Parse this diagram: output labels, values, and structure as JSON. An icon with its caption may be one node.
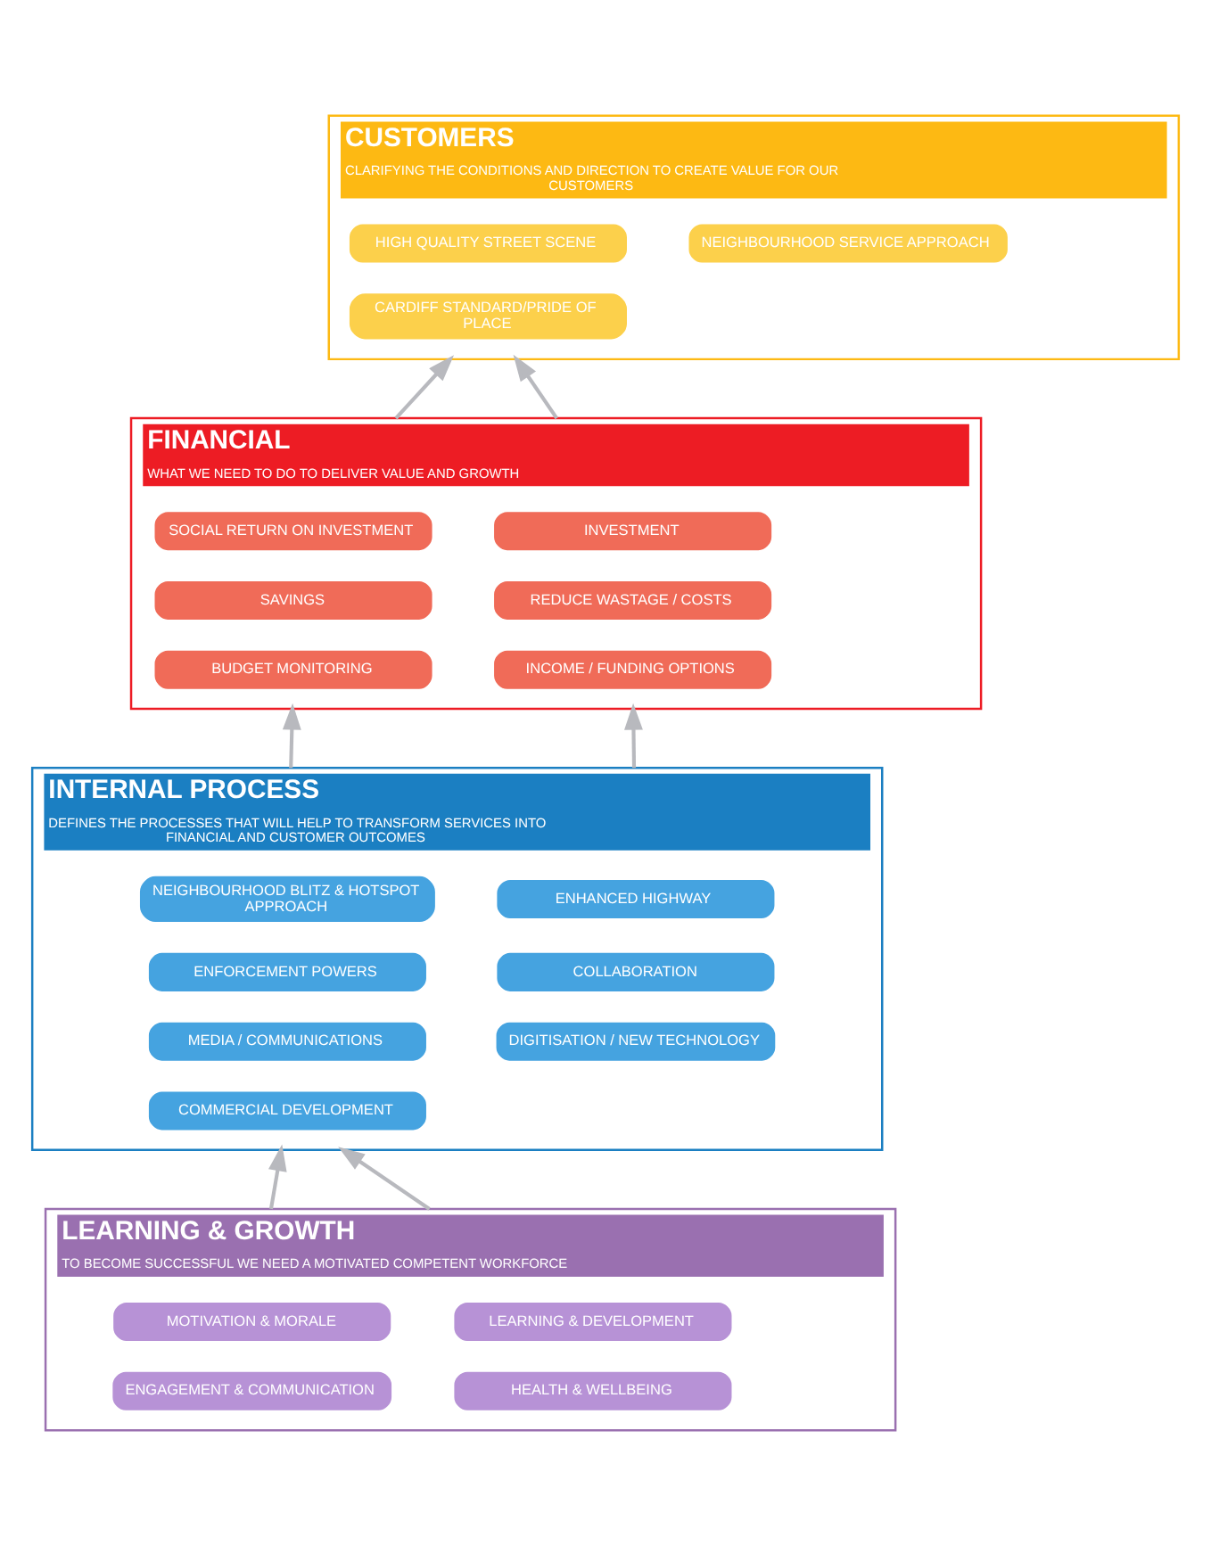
{
  "diagram": {
    "nodes": [
      {
        "text": [
          "CUSTOMERS",
          "CLARIFYING THE CONDITIONS AND DIRECTION TO CREATE VALUE FOR OUR CUSTOMERS"
        ]
      },
      {
        "text": [
          "HIGH QUALITY STREET SCENE"
        ],
        "in": 0
      },
      {
        "text": [
          "NEIGHBOURHOOD SERVICE APPROACH"
        ],
        "in": 0
      },
      {
        "text": [
          "CARDIFF STANDARD/PRIDE OF PLACE"
        ],
        "in": 0
      },
      {
        "text": [
          "FINANCIAL",
          "WHAT WE NEED TO DO TO DELIVER VALUE AND GROWTH"
        ]
      },
      {
        "text": [
          "SOCIAL RETURN ON INVESTMENT"
        ],
        "in": 4
      },
      {
        "text": [
          "INVESTMENT"
        ],
        "in": 4
      },
      {
        "text": [
          "SAVINGS"
        ],
        "in": 4
      },
      {
        "text": [
          "REDUCE WASTAGE / COSTS"
        ],
        "in": 4
      },
      {
        "text": [
          "BUDGET MONITORING"
        ],
        "in": 4
      },
      {
        "text": [
          "INCOME / FUNDING OPTIONS"
        ],
        "in": 4
      },
      {
        "text": [
          "INTERNAL PROCESS",
          "DEFINES THE PROCESSES THAT WILL HELP TO TRANSFORM SERVICES INTO FINANCIAL AND CUSTOMER OUTCOMES"
        ]
      },
      {
        "text": [
          "NEIGHBOURHOOD BLITZ & HOTSPOT APPROACH"
        ],
        "in": 11
      },
      {
        "text": [
          "ENHANCED HIGHWAY"
        ],
        "in": 11
      },
      {
        "text": [
          "ENFORCEMENT POWERS"
        ],
        "in": 11
      },
      {
        "text": [
          "COLLABORATION"
        ],
        "in": 11
      },
      {
        "text": [
          "MEDIA / COMMUNICATIONS"
        ],
        "in": 11
      },
      {
        "text": [
          "DIGITISATION / NEW TECHNOLOGY"
        ],
        "in": 11
      },
      {
        "text": [
          "COMMERCIAL DEVELOPMENT"
        ],
        "in": 11
      },
      {
        "text": [
          "LEARNING & GROWTH",
          "TO BECOME SUCCESSFUL WE NEED A MOTIVATED COMPETENT WORKFORCE"
        ]
      },
      {
        "text": [
          "MOTIVATION & MORALE"
        ],
        "in": 19
      },
      {
        "text": [
          "LEARNING & DEVELOPMENT"
        ],
        "in": 19
      },
      {
        "text": [
          "ENGAGEMENT & COMMUNICATION"
        ],
        "in": 19
      },
      {
        "text": [
          "HEALTH & WELLBEING"
        ],
        "in": 19
      }
    ],
    "edges": [
      {
        "from": 4,
        "to": 0,
        "arrow": "to"
      },
      {
        "from": 4,
        "to": 0,
        "arrow": "to"
      },
      {
        "from": 11,
        "to": 4,
        "arrow": "to"
      },
      {
        "from": 11,
        "to": 4,
        "arrow": "to"
      },
      {
        "from": 19,
        "to": 11,
        "arrow": "to"
      },
      {
        "from": 19,
        "to": 11,
        "arrow": "to"
      }
    ]
  }
}
